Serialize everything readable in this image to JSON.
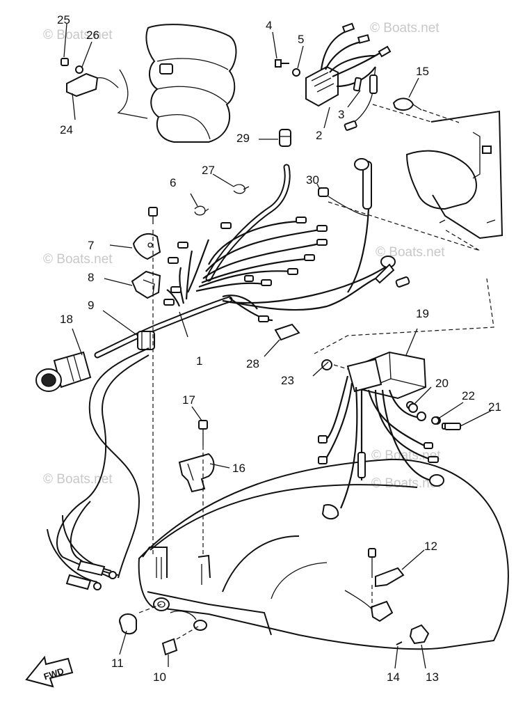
{
  "watermarks": [
    "© Boats.net",
    "© Boats.net",
    "© Boats.net",
    "© Boats.net",
    "© Boats.net",
    "© Boats.net",
    "© Boats.net"
  ],
  "direction_label": "FWD",
  "callouts": [
    "1",
    "2",
    "3",
    "4",
    "5",
    "6",
    "7",
    "8",
    "9",
    "10",
    "11",
    "12",
    "13",
    "14",
    "15",
    "16",
    "17",
    "18",
    "19",
    "20",
    "21",
    "22",
    "23",
    "24",
    "25",
    "26",
    "27",
    "28",
    "29",
    "30"
  ]
}
